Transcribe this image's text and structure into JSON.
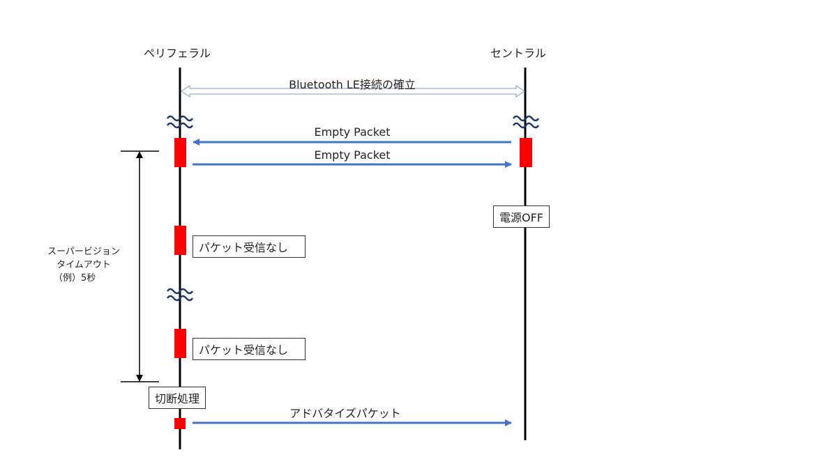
{
  "lifelines": {
    "left": "ペリフェラル",
    "right": "セントラル"
  },
  "messages": {
    "connection": "Bluetooth LE接続の確立",
    "empty1": "Empty Packet",
    "empty2": "Empty Packet",
    "adv": "アドバタイズパケット"
  },
  "notes": {
    "power_off": "電源OFF",
    "no_packet_1": "パケット受信なし",
    "no_packet_2": "パケット受信なし",
    "disconnect": "切断処理",
    "timeout_line1": "スーパービジョン",
    "timeout_line2": "タイムアウト",
    "timeout_line3": "（例）5秒"
  },
  "colors": {
    "arrow": "#4472c4",
    "activation": "#ff0000",
    "wave": "#1f3864",
    "lifeline": "#000000"
  }
}
